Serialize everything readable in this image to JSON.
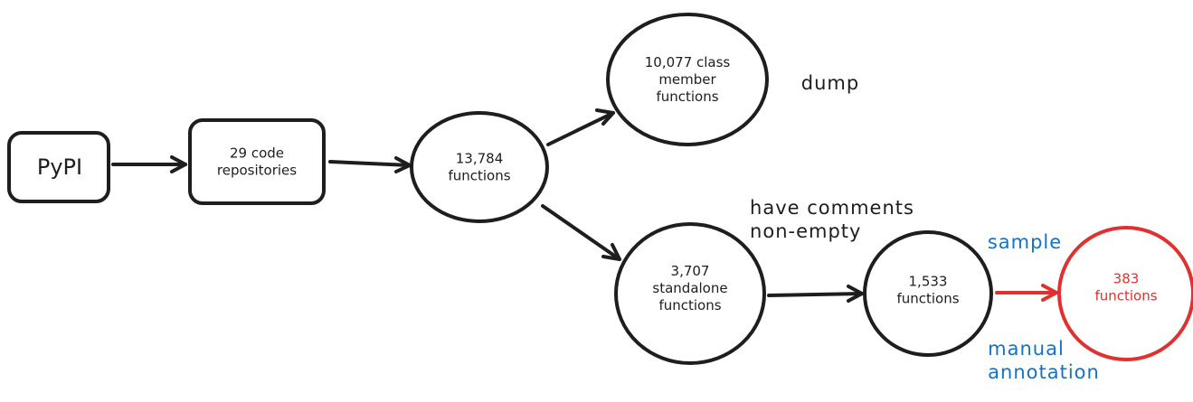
{
  "nodes": {
    "pypi": {
      "label": "PyPI"
    },
    "repos": {
      "line1": "29 code",
      "line2": "repositories"
    },
    "all_functions": {
      "line1": "13,784",
      "line2": "functions"
    },
    "class_member": {
      "line1": "10,077 class",
      "line2": "member",
      "line3": "functions"
    },
    "standalone": {
      "line1": "3,707",
      "line2": "standalone",
      "line3": "functions"
    },
    "filtered": {
      "line1": "1,533",
      "line2": "functions"
    },
    "sampled": {
      "line1": "383",
      "line2": "functions"
    }
  },
  "annotations": {
    "dump": "dump",
    "filter_line1": "have comments",
    "filter_line2": "non-empty",
    "sample": "sample",
    "manual_line1": "manual",
    "manual_line2": "annotation"
  },
  "colors": {
    "stroke": "#1e1e1e",
    "accent_red": "#e03131",
    "accent_blue": "#1971c2"
  }
}
